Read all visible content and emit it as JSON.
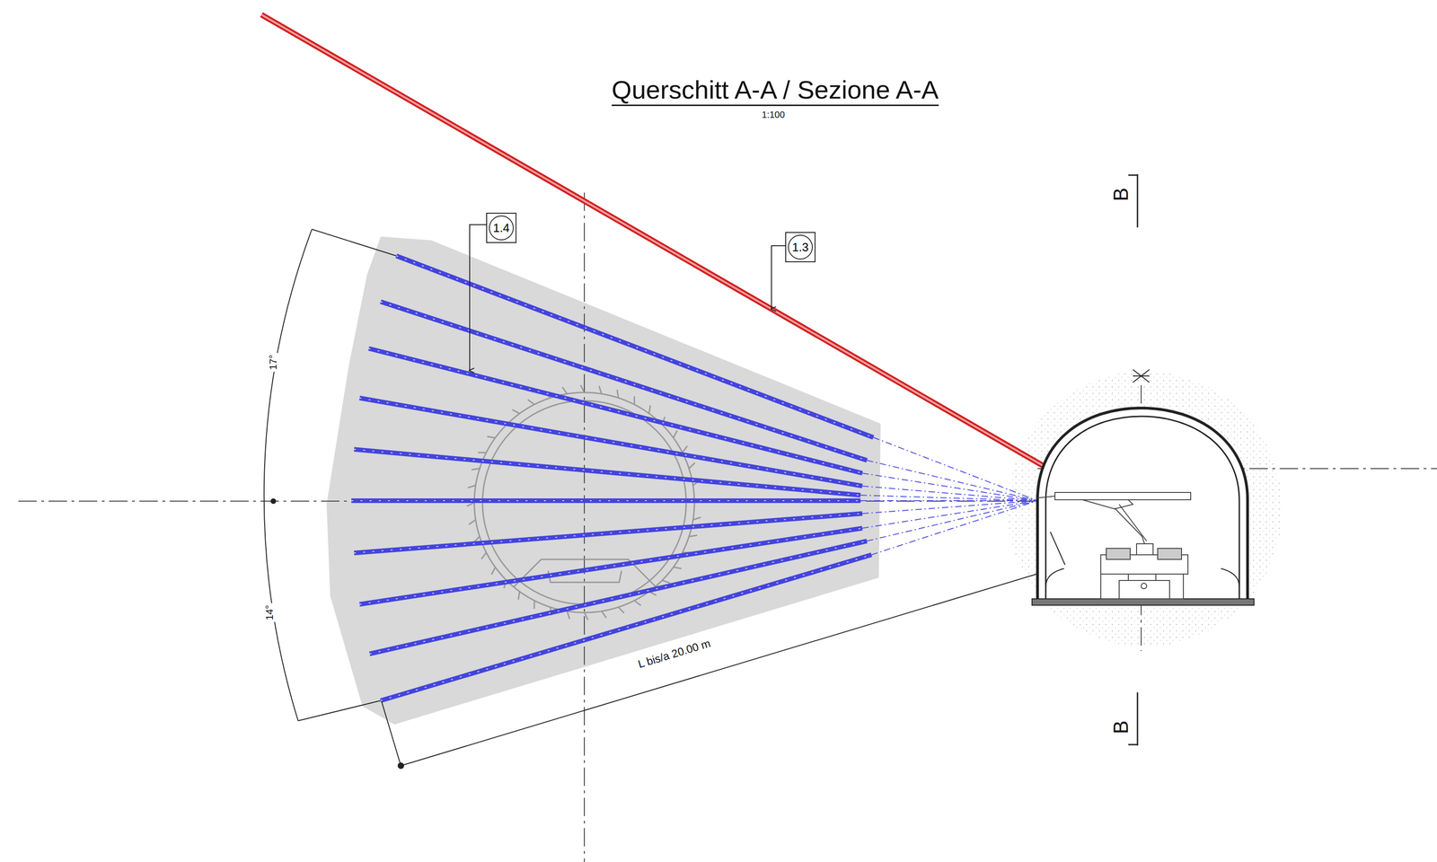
{
  "diagram": {
    "title": "Querschitt A-A / Sezione A-A",
    "nodes": [
      {
        "text": [
          "1.4"
        ]
      },
      {
        "text": [
          "1.3"
        ]
      }
    ],
    "labels": [
      "1:100",
      "17°",
      "14°",
      "L bis/a 20.00 m",
      "B",
      "B"
    ]
  }
}
